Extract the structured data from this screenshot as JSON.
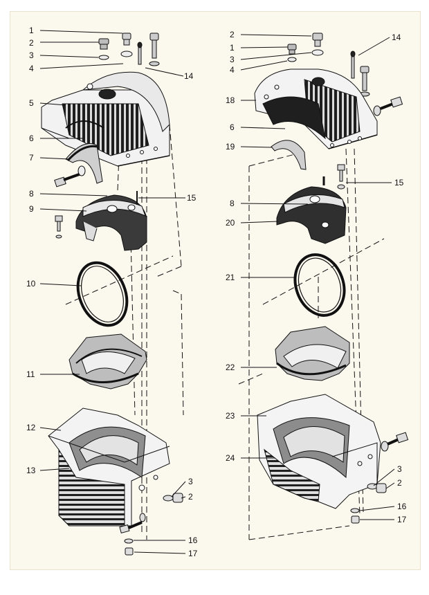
{
  "colors": {
    "paper": "#fbf8ee",
    "ink": "#111111",
    "metal_dark": "#2a2a2a",
    "metal_mid": "#8d8d8d",
    "metal_light": "#e6e6e6"
  },
  "icons": {
    "left_column": [
      "top-cover-icon",
      "bearing-shell-icon",
      "bearing-cap-icon",
      "sealing-ring-icon",
      "bearing-half-icon",
      "crankcase-half-icon"
    ],
    "right_column": [
      "top-cover-icon",
      "bearing-shell-icon",
      "bearing-cap-icon",
      "sealing-ring-icon",
      "bearing-half-icon",
      "crankcase-half-icon"
    ]
  },
  "left_labels": {
    "l1": "1",
    "l2": "2",
    "l3": "3",
    "l4": "4",
    "l14": "14",
    "l5": "5",
    "l6": "6",
    "l7": "7",
    "l8": "8",
    "l15": "15",
    "l9": "9",
    "l10": "10",
    "l11": "11",
    "l12": "12",
    "l13": "13",
    "l3b": "3",
    "l2b": "2",
    "l16": "16",
    "l17": "17"
  },
  "right_labels": {
    "r2": "2",
    "r14": "14",
    "r1": "1",
    "r3": "3",
    "r4": "4",
    "r18": "18",
    "r6": "6",
    "r19": "19",
    "r15": "15",
    "r8": "8",
    "r20": "20",
    "r21": "21",
    "r22": "22",
    "r23": "23",
    "r24": "24",
    "r3b": "3",
    "r2b": "2",
    "r16": "16",
    "r17": "17"
  }
}
